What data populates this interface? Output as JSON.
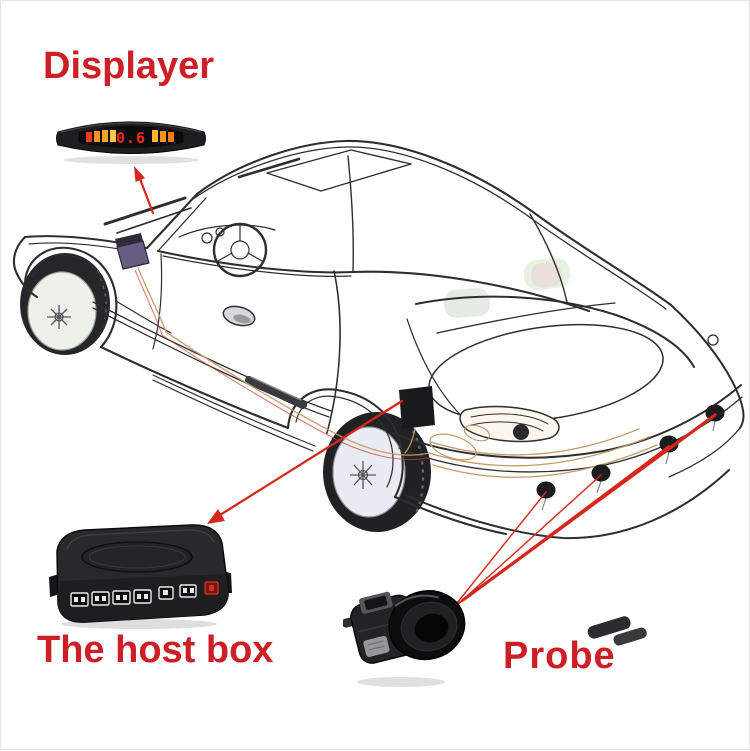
{
  "page": {
    "background": "#ffffff",
    "border_color": "#e6e6e6",
    "accent_red": "#cd2026",
    "arrow_red": "#d5281b",
    "line_color": "#2e2e2e"
  },
  "labels": {
    "displayer": "Displayer",
    "host_box": "The host box",
    "probe": "Probe"
  },
  "display_unit": {
    "reading": "0.6",
    "digit_color": "#ff2616",
    "body_color": "#1e1e20",
    "left_bars": [
      "#ee3b24",
      "#f58f1e",
      "#f6a623",
      "#ffc94a"
    ],
    "right_bars": [
      "#ffb62e",
      "#f6941e",
      "#ef7d14"
    ]
  },
  "host_box_unit": {
    "body_color": "#29292b",
    "port_outline": "#ececec",
    "power_port_color": "#c0392b"
  },
  "probe_unit": {
    "body_color": "#232326"
  },
  "car": {
    "sensor_count": 4,
    "sensor_color": "#1c1c1e",
    "wire_color": "#c49a6c"
  }
}
